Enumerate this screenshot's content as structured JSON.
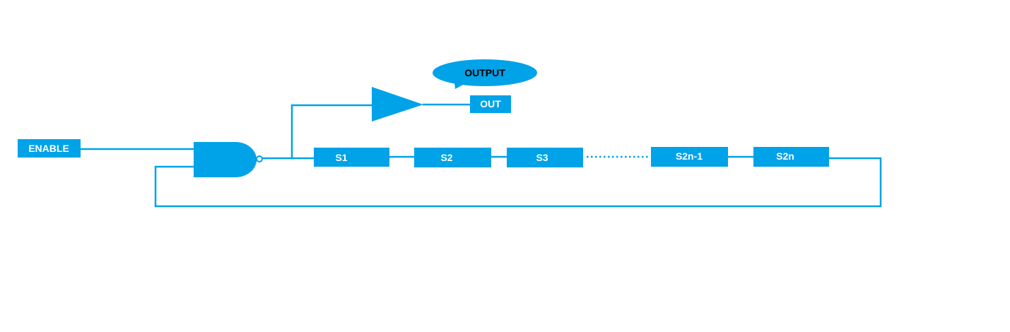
{
  "diagram": {
    "colors": {
      "primary": "#00A2E8",
      "wire": "#00A2E8",
      "label_text": "#ffffff",
      "callout_text": "#000000",
      "background": "#ffffff"
    },
    "enable_label": "ENABLE",
    "out_label": "OUT",
    "callout_label": "OUTPUT",
    "stages": [
      {
        "label": "S1"
      },
      {
        "label": "S2"
      },
      {
        "label": "S3"
      },
      {
        "label": "S2n-1"
      },
      {
        "label": "S2n"
      }
    ],
    "gate": "nand-gate",
    "amplifier": "buffer-triangle",
    "ellipsis_connector": "dotted-line"
  }
}
